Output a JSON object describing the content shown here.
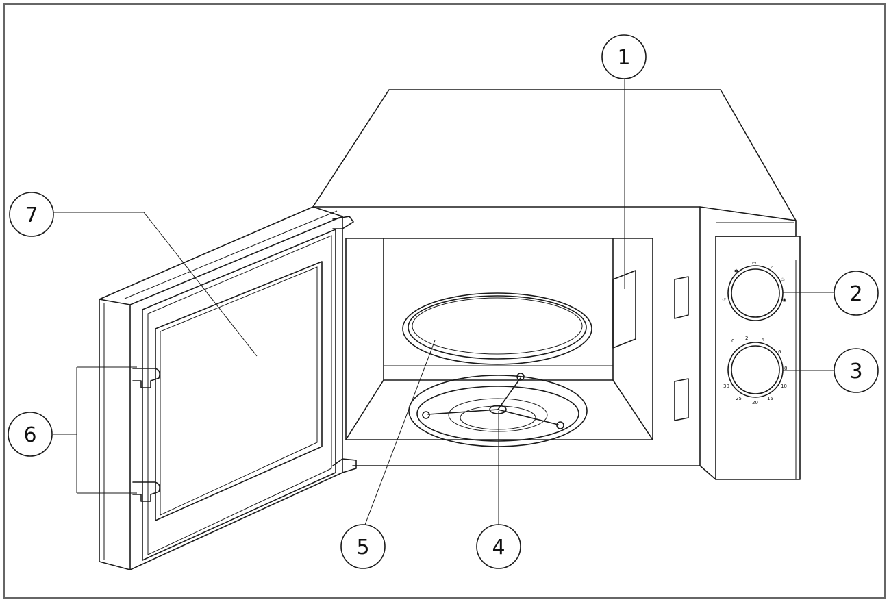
{
  "callouts": [
    {
      "id": "1",
      "label": "1"
    },
    {
      "id": "2",
      "label": "2"
    },
    {
      "id": "3",
      "label": "3"
    },
    {
      "id": "4",
      "label": "4"
    },
    {
      "id": "5",
      "label": "5"
    },
    {
      "id": "6",
      "label": "6"
    },
    {
      "id": "7",
      "label": "7"
    }
  ],
  "colors": {
    "line": "#1a1a1a",
    "background": "#ffffff",
    "frame": "#666666"
  }
}
